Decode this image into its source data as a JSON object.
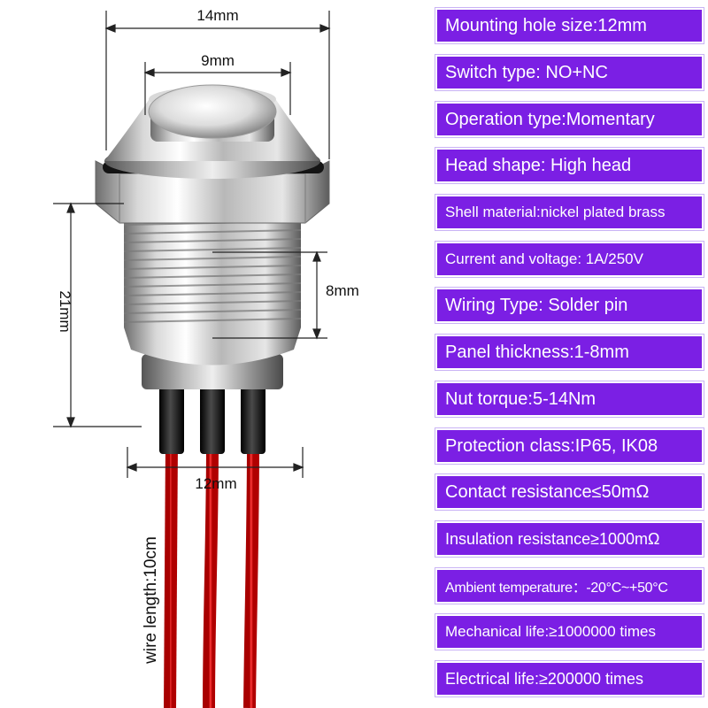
{
  "dimensions": {
    "head_width": "14mm",
    "button_width": "9mm",
    "thread_height": "8mm",
    "body_height": "21mm",
    "base_width": "12mm",
    "wire_length": "wire length:10cm"
  },
  "specs": [
    "Mounting hole size:12mm",
    "Switch type: NO+NC",
    "Operation type:Momentary",
    "Head shape: High head",
    "Shell material:nickel plated brass",
    "Current and voltage:   1A/250V",
    "Wiring Type: Solder pin",
    "Panel thickness:1-8mm",
    "Nut torque:5-14Nm",
    "Protection class:IP65, IK08",
    "Contact resistance≤50mΩ",
    "Insulation resistance≥1000mΩ",
    "Ambient temperature：-20°C~+50°C",
    "Mechanical life:≥1000000 times",
    "Electrical life:≥200000 times"
  ],
  "colors": {
    "spec_background": "#7b1fe4",
    "wire_red": "#e01010",
    "sleeve_black": "#111111"
  }
}
